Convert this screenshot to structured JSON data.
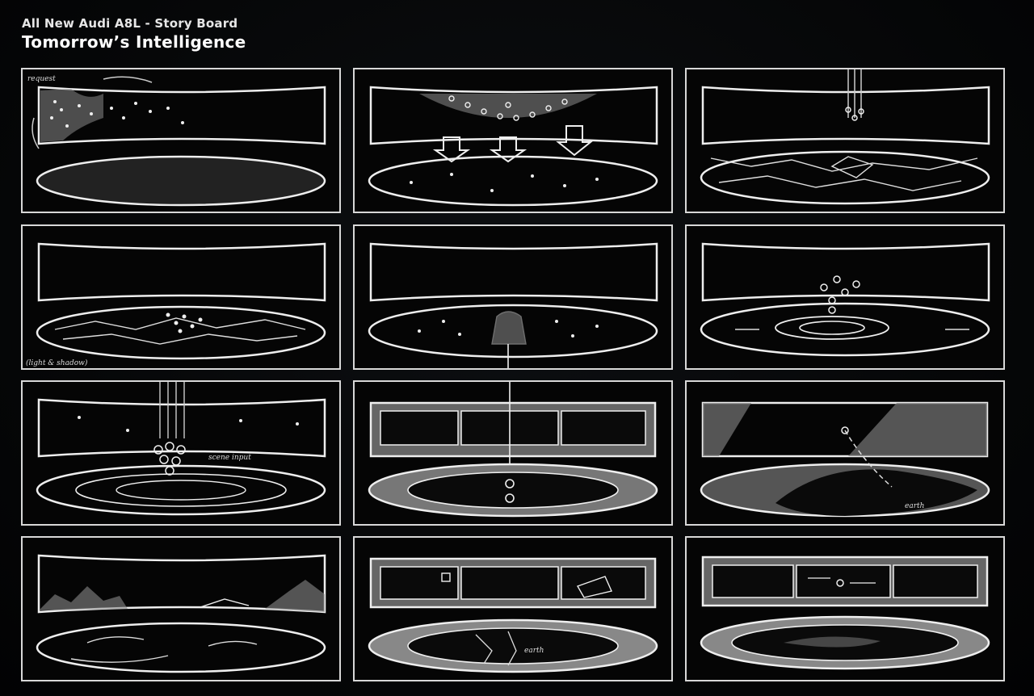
{
  "header": {
    "subtitle": "All New Audi A8L - Story Board",
    "title": "Tomorrow’s Intelligence"
  },
  "panels": [
    {
      "id": 1,
      "note": "request"
    },
    {
      "id": 2,
      "note": ""
    },
    {
      "id": 3,
      "note": ""
    },
    {
      "id": 4,
      "note": "(light & shadow)"
    },
    {
      "id": 5,
      "note": ""
    },
    {
      "id": 6,
      "note": ""
    },
    {
      "id": 7,
      "note": "scene input"
    },
    {
      "id": 8,
      "note": ""
    },
    {
      "id": 9,
      "note": "earth"
    },
    {
      "id": 10,
      "note": ""
    },
    {
      "id": 11,
      "note": "earth"
    },
    {
      "id": 12,
      "note": ""
    }
  ]
}
